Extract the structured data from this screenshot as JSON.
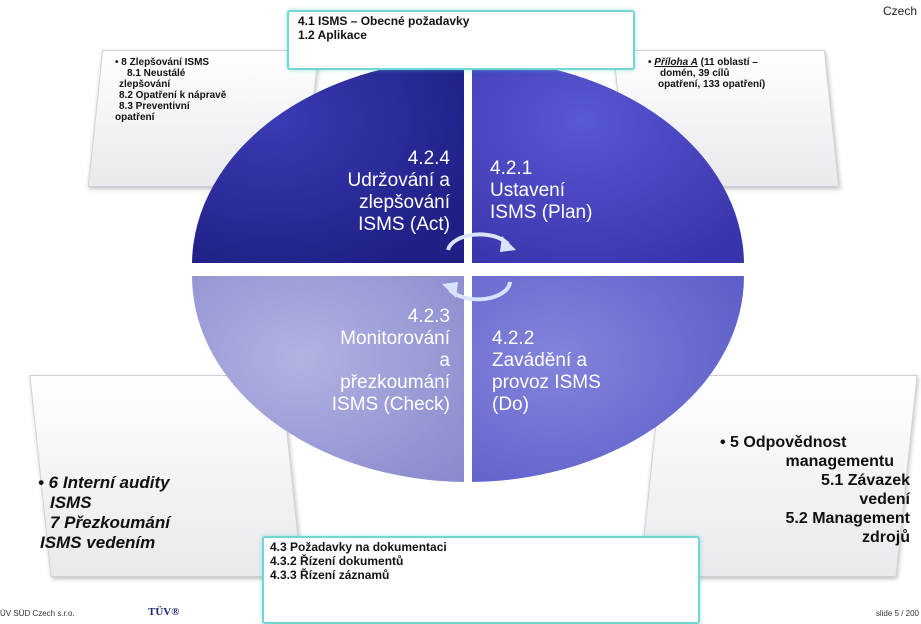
{
  "tagline": "Czech",
  "top_box": {
    "line1": "4.1 ISMS – Obecné požadavky",
    "line2": "1.2 Aplikace"
  },
  "top_left_card": {
    "lines": [
      "• 8 Zlepšování ISMS",
      "8.1 Neustálé",
      "zlepšování",
      "8.2 Opatření k nápravě",
      "8.3 Preventivní",
      "opatření"
    ]
  },
  "top_right_card": {
    "bullet": "•",
    "link": "Příloha A",
    "lines": [
      "(11 oblastí –",
      "domén, 39 cílů",
      "opatření, 133 opatření)"
    ]
  },
  "quadrants": {
    "act": [
      "4.2.4",
      "Udržování a",
      "zlepšování",
      "ISMS (Act)"
    ],
    "plan": [
      "4.2.1",
      "Ustavení",
      "ISMS (Plan)"
    ],
    "check": [
      "4.2.3",
      "Monitorování",
      "a",
      "přezkoumání",
      "ISMS (Check)"
    ],
    "do": [
      "4.2.2",
      "Zavádění  a",
      "provoz ISMS",
      "(Do)"
    ]
  },
  "bottom_left_card": {
    "lines": [
      "• 6 Interní audity",
      "ISMS",
      "7 Přezkoumání",
      "ISMS vedením"
    ]
  },
  "bottom_right_card": {
    "lines": [
      "• 5 Odpovědnost",
      "managementu",
      "5.1 Závazek",
      "vedení",
      "5.2 Management",
      "zdrojů"
    ]
  },
  "bottom_box": {
    "lines": [
      "4.3 Požadavky na dokumentaci",
      "4.3.2 Řízení dokumentů",
      "4.3.3 Řízení záznamů"
    ]
  },
  "footer": {
    "company": "ÜV SÜD Czech s.r.o.",
    "logo": "TÜV®",
    "slide": "slide 5  /   200"
  },
  "colors": {
    "act": "#2a2a9c",
    "plan": "#4a47c4",
    "check": "#9c9cd6",
    "do": "#6d6ed2",
    "teal": "#6fd8d4"
  }
}
